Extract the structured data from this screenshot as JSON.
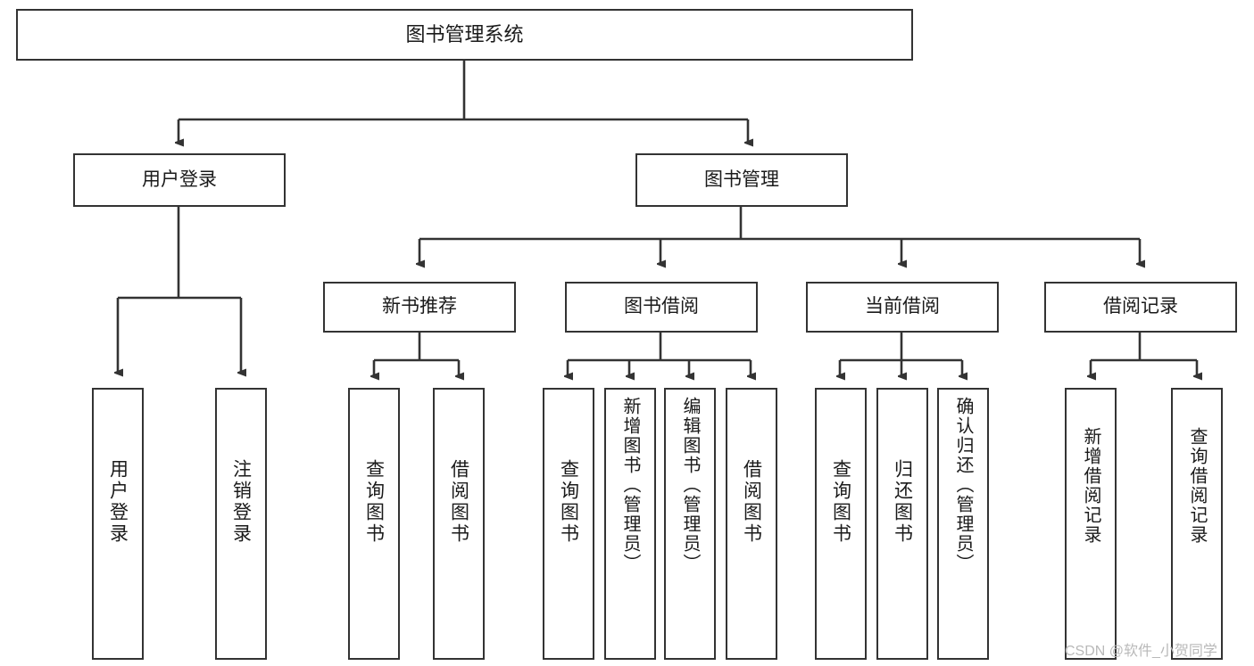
{
  "diagram": {
    "title": "图书管理系统",
    "type": "tree",
    "root": {
      "label": "图书管理系统"
    },
    "level1": [
      {
        "label": "用户登录"
      },
      {
        "label": "图书管理"
      }
    ],
    "level2": [
      {
        "label": "新书推荐"
      },
      {
        "label": "图书借阅"
      },
      {
        "label": "当前借阅"
      },
      {
        "label": "借阅记录"
      }
    ],
    "leaves": {
      "user_login": [
        {
          "label": "用户登录"
        },
        {
          "label": "注销登录"
        }
      ],
      "new_book_recommend": [
        {
          "label": "查询图书"
        },
        {
          "label": "借阅图书"
        }
      ],
      "book_borrow": [
        {
          "label": "查询图书"
        },
        {
          "label": "新增图书（管理员）"
        },
        {
          "label": "编辑图书（管理员）"
        },
        {
          "label": "借阅图书"
        }
      ],
      "current_borrow": [
        {
          "label": "查询图书"
        },
        {
          "label": "归还图书"
        },
        {
          "label": "确认归还（管理员）"
        }
      ],
      "borrow_record": [
        {
          "label": "新增借阅记录"
        },
        {
          "label": "查询借阅记录"
        }
      ]
    }
  },
  "watermark": {
    "text": "CSDN @软件_小贺同学"
  },
  "colors": {
    "stroke": "#333333",
    "fill": "#ffffff",
    "text": "#1a1a1a",
    "watermark": "#b9b9b9"
  }
}
